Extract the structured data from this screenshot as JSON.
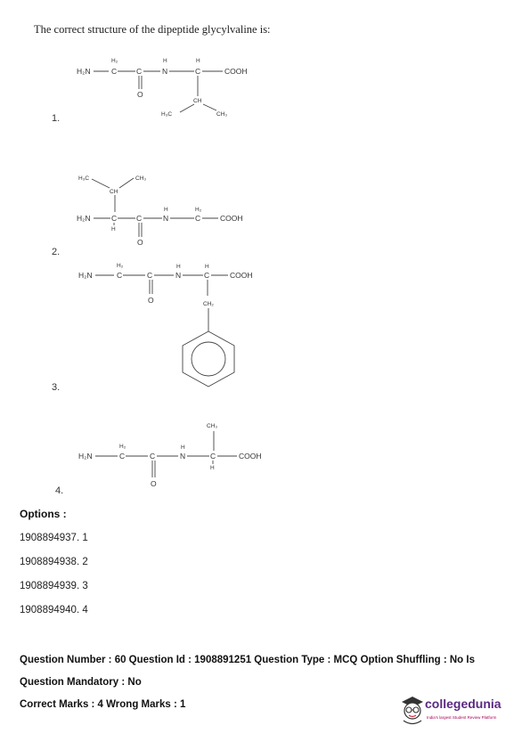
{
  "question": "The correct structure of the dipeptide glycylvaline is:",
  "option_labels": [
    "1.",
    "2.",
    "3.",
    "4."
  ],
  "chem": {
    "h2n": "H₂N",
    "h2": "H₂",
    "c": "C",
    "h": "H",
    "n": "N",
    "o": "O",
    "cooh": "COOH",
    "ch": "CH",
    "h3c": "H₃C",
    "ch3": "CH₃",
    "ch2": "CH₂"
  },
  "options_title": "Options :",
  "options": [
    "1908894937. 1",
    "1908894938. 2",
    "1908894939. 3",
    "1908894940. 4"
  ],
  "info": {
    "line1": "Question Number : 60 Question Id : 1908891251 Question Type : MCQ Option Shuffling : No Is",
    "line2": "Question Mandatory : No",
    "line3": "Correct Marks : 4 Wrong Marks : 1"
  },
  "logo": {
    "name": "collegedunia",
    "tagline": "India's largest Student Review Platform"
  },
  "colors": {
    "logo_purple": "#5a2a82",
    "logo_red": "#d42e3a"
  }
}
